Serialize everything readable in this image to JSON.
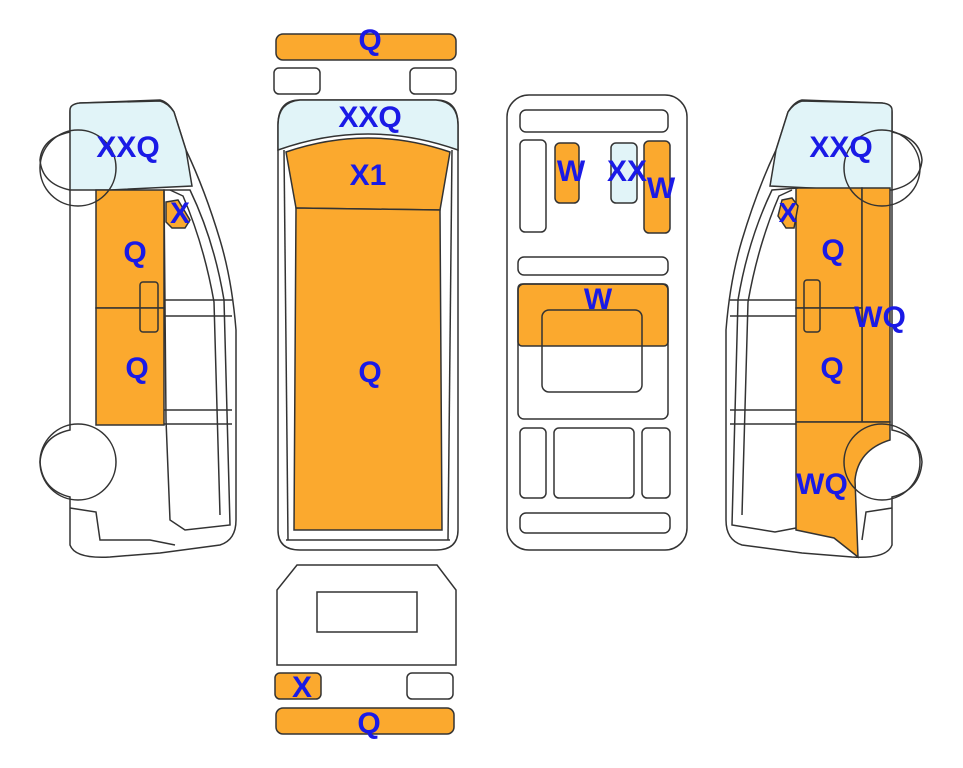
{
  "colors": {
    "damage_fill": "#FBA92E",
    "glass_fill": "#E1F4F8",
    "label_color": "#1A1AE6",
    "outline": "#333333",
    "background": "#FFFFFF"
  },
  "views": {
    "left_side": {
      "labels": {
        "windshield": "XXQ",
        "a_pillar": "X",
        "front_door": "Q",
        "rear_door": "Q"
      }
    },
    "front": {
      "labels": {
        "front_bumper": "Q",
        "windshield": "XXQ",
        "hood_top": "X1",
        "hood": "Q"
      }
    },
    "roof": {
      "labels": {
        "left_rail": "W",
        "center": "XX",
        "right_rail": "W",
        "sunroof": "W"
      }
    },
    "right_side": {
      "labels": {
        "windshield": "XXQ",
        "a_pillar": "X",
        "front_door": "Q",
        "door_edge": "WQ",
        "rear_door": "Q",
        "rear_quarter": "WQ"
      }
    },
    "rear": {
      "labels": {
        "left_light": "X",
        "rear_bumper": "Q"
      }
    }
  }
}
